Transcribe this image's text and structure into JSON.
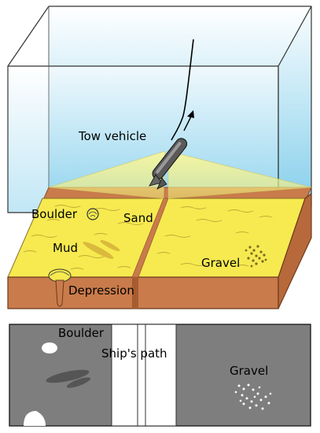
{
  "diagram": {
    "labels": {
      "tow_vehicle": "Tow vehicle",
      "boulder": "Boulder",
      "sand": "Sand",
      "mud": "Mud",
      "gravel": "Gravel",
      "depression": "Depression"
    },
    "sonar_image": {
      "boulder": "Boulder",
      "ships_path": "Ship's path",
      "gravel": "Gravel"
    }
  }
}
